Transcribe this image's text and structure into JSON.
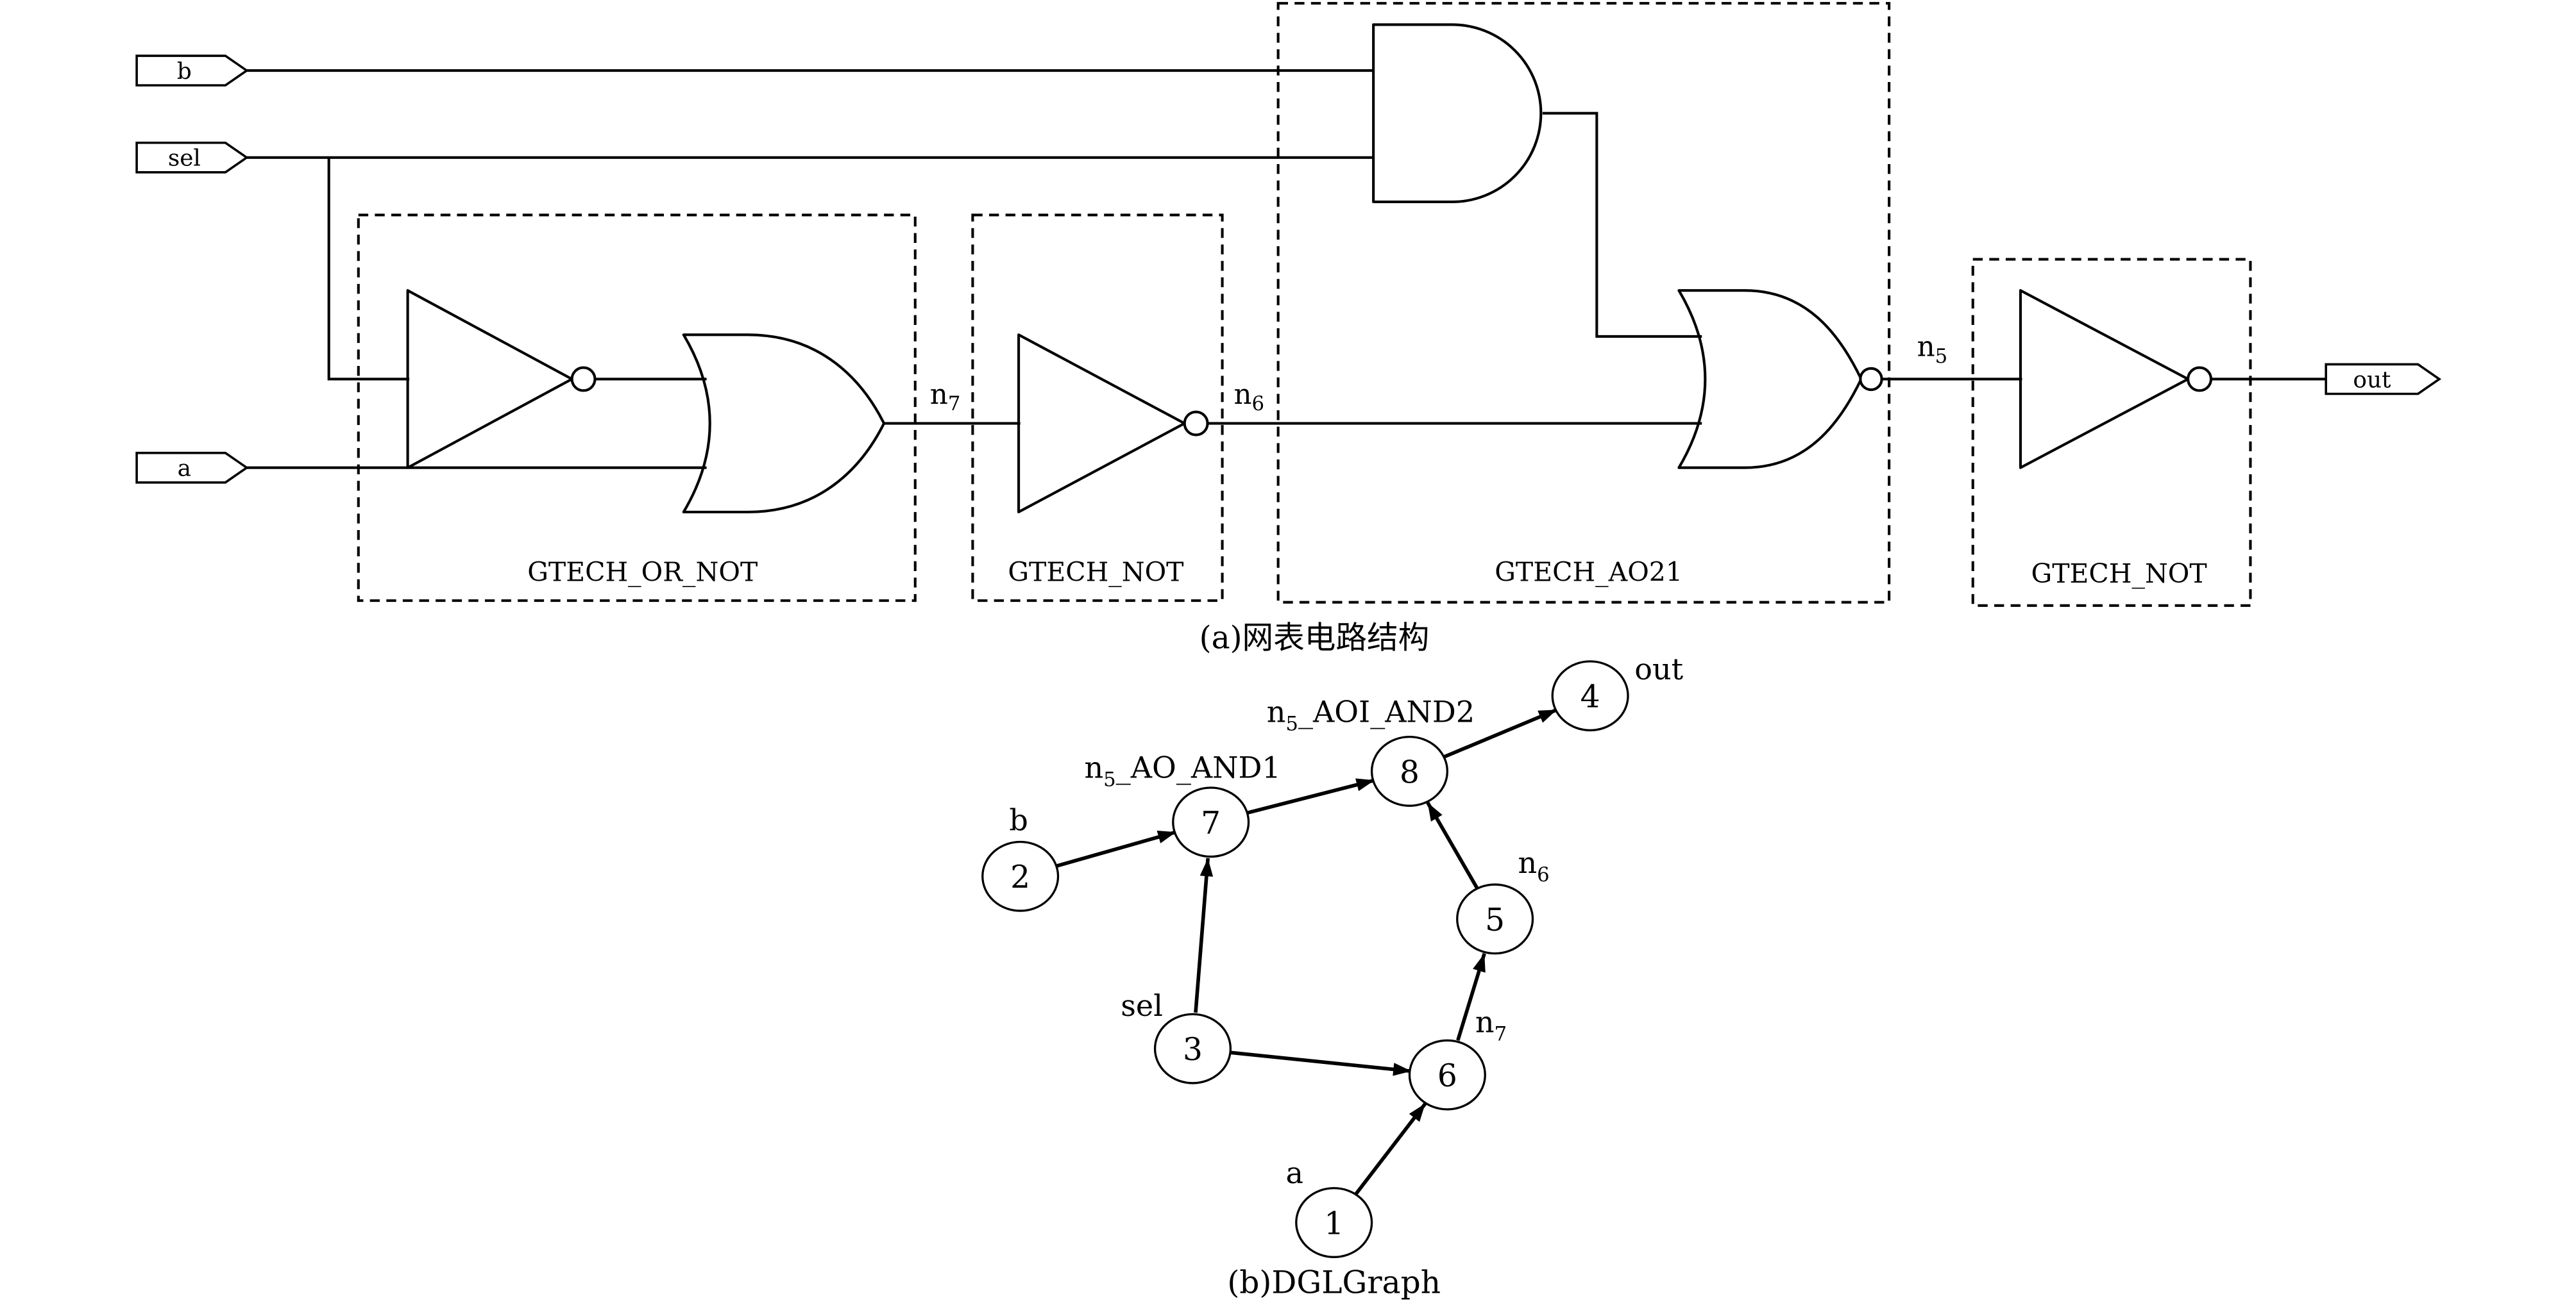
{
  "panel_a": {
    "caption": "(a)网表电路结构",
    "inputs": [
      "b",
      "sel",
      "a"
    ],
    "output": "out",
    "nets": {
      "n7": {
        "base": "n",
        "sub": "7"
      },
      "n6": {
        "base": "n",
        "sub": "6"
      },
      "n5": {
        "base": "n",
        "sub": "5"
      }
    },
    "modules": [
      "GTECH_OR_NOT",
      "GTECH_NOT",
      "GTECH_AO21",
      "GTECH_NOT"
    ]
  },
  "panel_b": {
    "caption": "(b)DGLGraph",
    "nodes": [
      {
        "id": "1",
        "label": {
          "base": "a"
        }
      },
      {
        "id": "2",
        "label": {
          "base": "b"
        }
      },
      {
        "id": "3",
        "label": {
          "base": "sel"
        }
      },
      {
        "id": "4",
        "label": {
          "base": "out"
        }
      },
      {
        "id": "5",
        "label": {
          "base": "n",
          "sub": "6"
        }
      },
      {
        "id": "6",
        "label": {
          "base": "n",
          "sub": "7"
        }
      },
      {
        "id": "7",
        "label": {
          "base": "n",
          "sub": "5",
          "suffix": "_AO_AND1"
        }
      },
      {
        "id": "8",
        "label": {
          "base": "n",
          "sub": "5",
          "suffix": "_AOI_AND2"
        }
      }
    ],
    "edges": [
      {
        "from": 2,
        "to": 7
      },
      {
        "from": 3,
        "to": 7
      },
      {
        "from": 3,
        "to": 6
      },
      {
        "from": 1,
        "to": 6
      },
      {
        "from": 6,
        "to": 5
      },
      {
        "from": 5,
        "to": 8
      },
      {
        "from": 7,
        "to": 8
      },
      {
        "from": 8,
        "to": 4
      }
    ]
  }
}
